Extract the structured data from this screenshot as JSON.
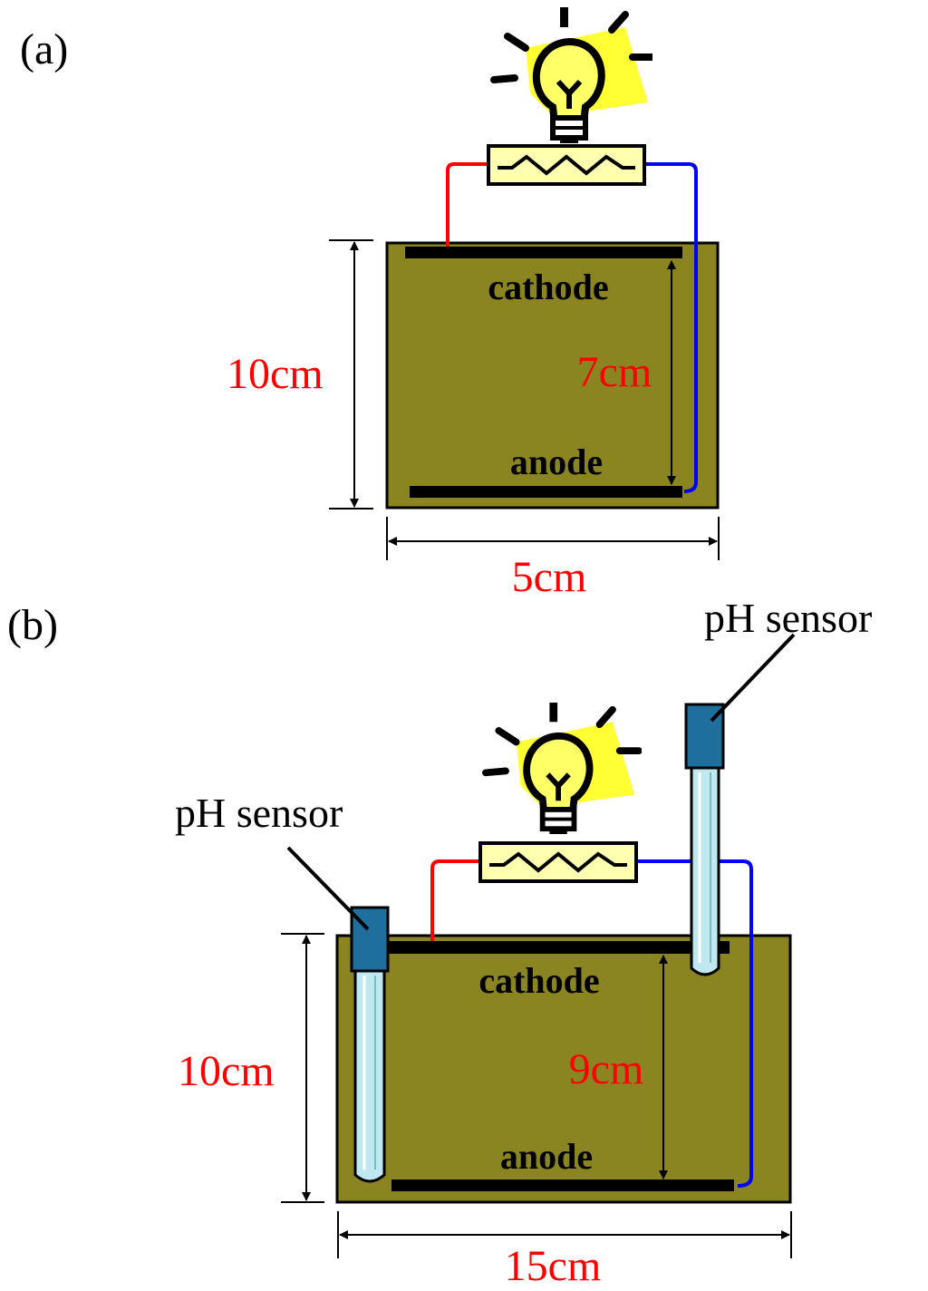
{
  "panel_a": {
    "label": "(a)",
    "cathode": "cathode",
    "anode": "anode",
    "height_dim": "10cm",
    "gap_dim": "7cm",
    "width_dim": "5cm"
  },
  "panel_b": {
    "label": "(b)",
    "cathode": "cathode",
    "anode": "anode",
    "height_dim": "10cm",
    "gap_dim": "9cm",
    "width_dim": "15cm",
    "sensor_left": "pH sensor",
    "sensor_right": "pH sensor"
  },
  "colors": {
    "electrolyte": "#8a8520",
    "positive_wire": "#ff0000",
    "negative_wire": "#0000ff",
    "dimension_text": "#ff0000",
    "bulb_glow": "#ffff33",
    "resistor_fill": "#ffffb0",
    "sensor_cap": "#1e6e9e",
    "sensor_body": "#bfe8f0"
  }
}
